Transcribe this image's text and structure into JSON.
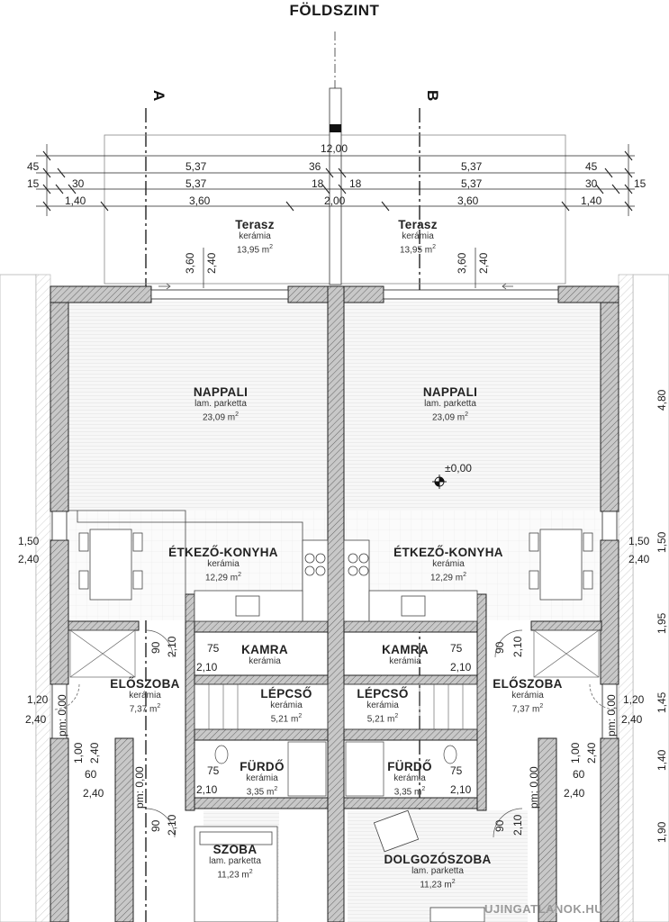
{
  "title": "FÖLDSZINT",
  "section_marks": {
    "a": "A",
    "b": "B"
  },
  "dimensions": {
    "overall": "12,00",
    "row1": [
      "45",
      "5,37",
      "36",
      "5,37",
      "45"
    ],
    "row2": [
      "15",
      "30",
      "5,37",
      "18",
      "18",
      "5,37",
      "30",
      "15"
    ],
    "row3": [
      "1,40",
      "3,60",
      "2,00",
      "3,60",
      "1,40"
    ],
    "terrace_depth": [
      "3,60",
      "2,40"
    ],
    "terrace_depth_right": [
      "3,60",
      "2,40"
    ],
    "right_side": [
      "4,80",
      "1,50",
      "1,95",
      "1,45",
      "1,40",
      "1,90"
    ],
    "window_left": [
      "1,50",
      "2,40"
    ],
    "window_right": [
      "1,50",
      "2,40"
    ],
    "door_left": [
      "1,20",
      "2,40"
    ],
    "door_right": [
      "1,20",
      "2,40"
    ],
    "opening_left": [
      "60",
      "2,40"
    ],
    "opening_right": [
      "60",
      "2,40"
    ],
    "kamra_door_left": [
      "75",
      "2,10"
    ],
    "kamra_door_right": [
      "75",
      "2,10"
    ],
    "furdo_door_left": [
      "75",
      "2,10"
    ],
    "furdo_door_right": [
      "75",
      "2,10"
    ],
    "door90_a": [
      "90",
      "2,10"
    ],
    "door90_b": [
      "90",
      "2,10"
    ],
    "door90_c": [
      "90",
      "2,10"
    ],
    "door90_d": [
      "90",
      "2,10"
    ],
    "parapet_left": [
      "1,00",
      "2,40"
    ],
    "parapet_right": [
      "1,00",
      "2,40"
    ],
    "pm_left": [
      "pm: 0,00",
      "pm: 0,00"
    ],
    "pm_right": [
      "pm: 0,00",
      "pm: 0,00"
    ]
  },
  "level_mark": "±0,00",
  "rooms": [
    {
      "name": "Terasz",
      "material": "kerámia",
      "area": "13,95 m",
      "sup": "2"
    },
    {
      "name": "Terasz",
      "material": "kerámia",
      "area": "13,95 m",
      "sup": "2"
    },
    {
      "name": "NAPPALI",
      "material": "lam. parketta",
      "area": "23,09 m",
      "sup": "2"
    },
    {
      "name": "NAPPALI",
      "material": "lam. parketta",
      "area": "23,09 m",
      "sup": "2"
    },
    {
      "name": "ÉTKEZŐ-KONYHA",
      "material": "kerámia",
      "area": "12,29 m",
      "sup": "2"
    },
    {
      "name": "ÉTKEZŐ-KONYHA",
      "material": "kerámia",
      "area": "12,29 m",
      "sup": "2"
    },
    {
      "name": "KAMRA",
      "material": "kerámia",
      "area": "",
      "sup": ""
    },
    {
      "name": "KAMRA",
      "material": "kerámia",
      "area": "",
      "sup": ""
    },
    {
      "name": "ELŐSZOBA",
      "material": "kerámia",
      "area": "7,37 m",
      "sup": "2"
    },
    {
      "name": "ELŐSZOBA",
      "material": "kerámia",
      "area": "7,37 m",
      "sup": "2"
    },
    {
      "name": "LÉPCSŐ",
      "material": "kerámia",
      "area": "5,21 m",
      "sup": "2"
    },
    {
      "name": "LÉPCSŐ",
      "material": "kerámia",
      "area": "5,21 m",
      "sup": "2"
    },
    {
      "name": "FÜRDŐ",
      "material": "kerámia",
      "area": "3,35 m",
      "sup": "2"
    },
    {
      "name": "FÜRDŐ",
      "material": "kerámia",
      "area": "3,35 m",
      "sup": "2"
    },
    {
      "name": "SZOBA",
      "material": "lam. parketta",
      "area": "11,23 m",
      "sup": "2"
    },
    {
      "name": "DOLGOZÓSZOBA",
      "material": "lam. parketta",
      "area": "11,23 m",
      "sup": "2"
    }
  ],
  "watermark": "UJINGATLANOK.HU",
  "colors": {
    "wall": "#bdbdbd",
    "hatch": "#555555",
    "line": "#222222",
    "floor": "#f5f5f5"
  }
}
